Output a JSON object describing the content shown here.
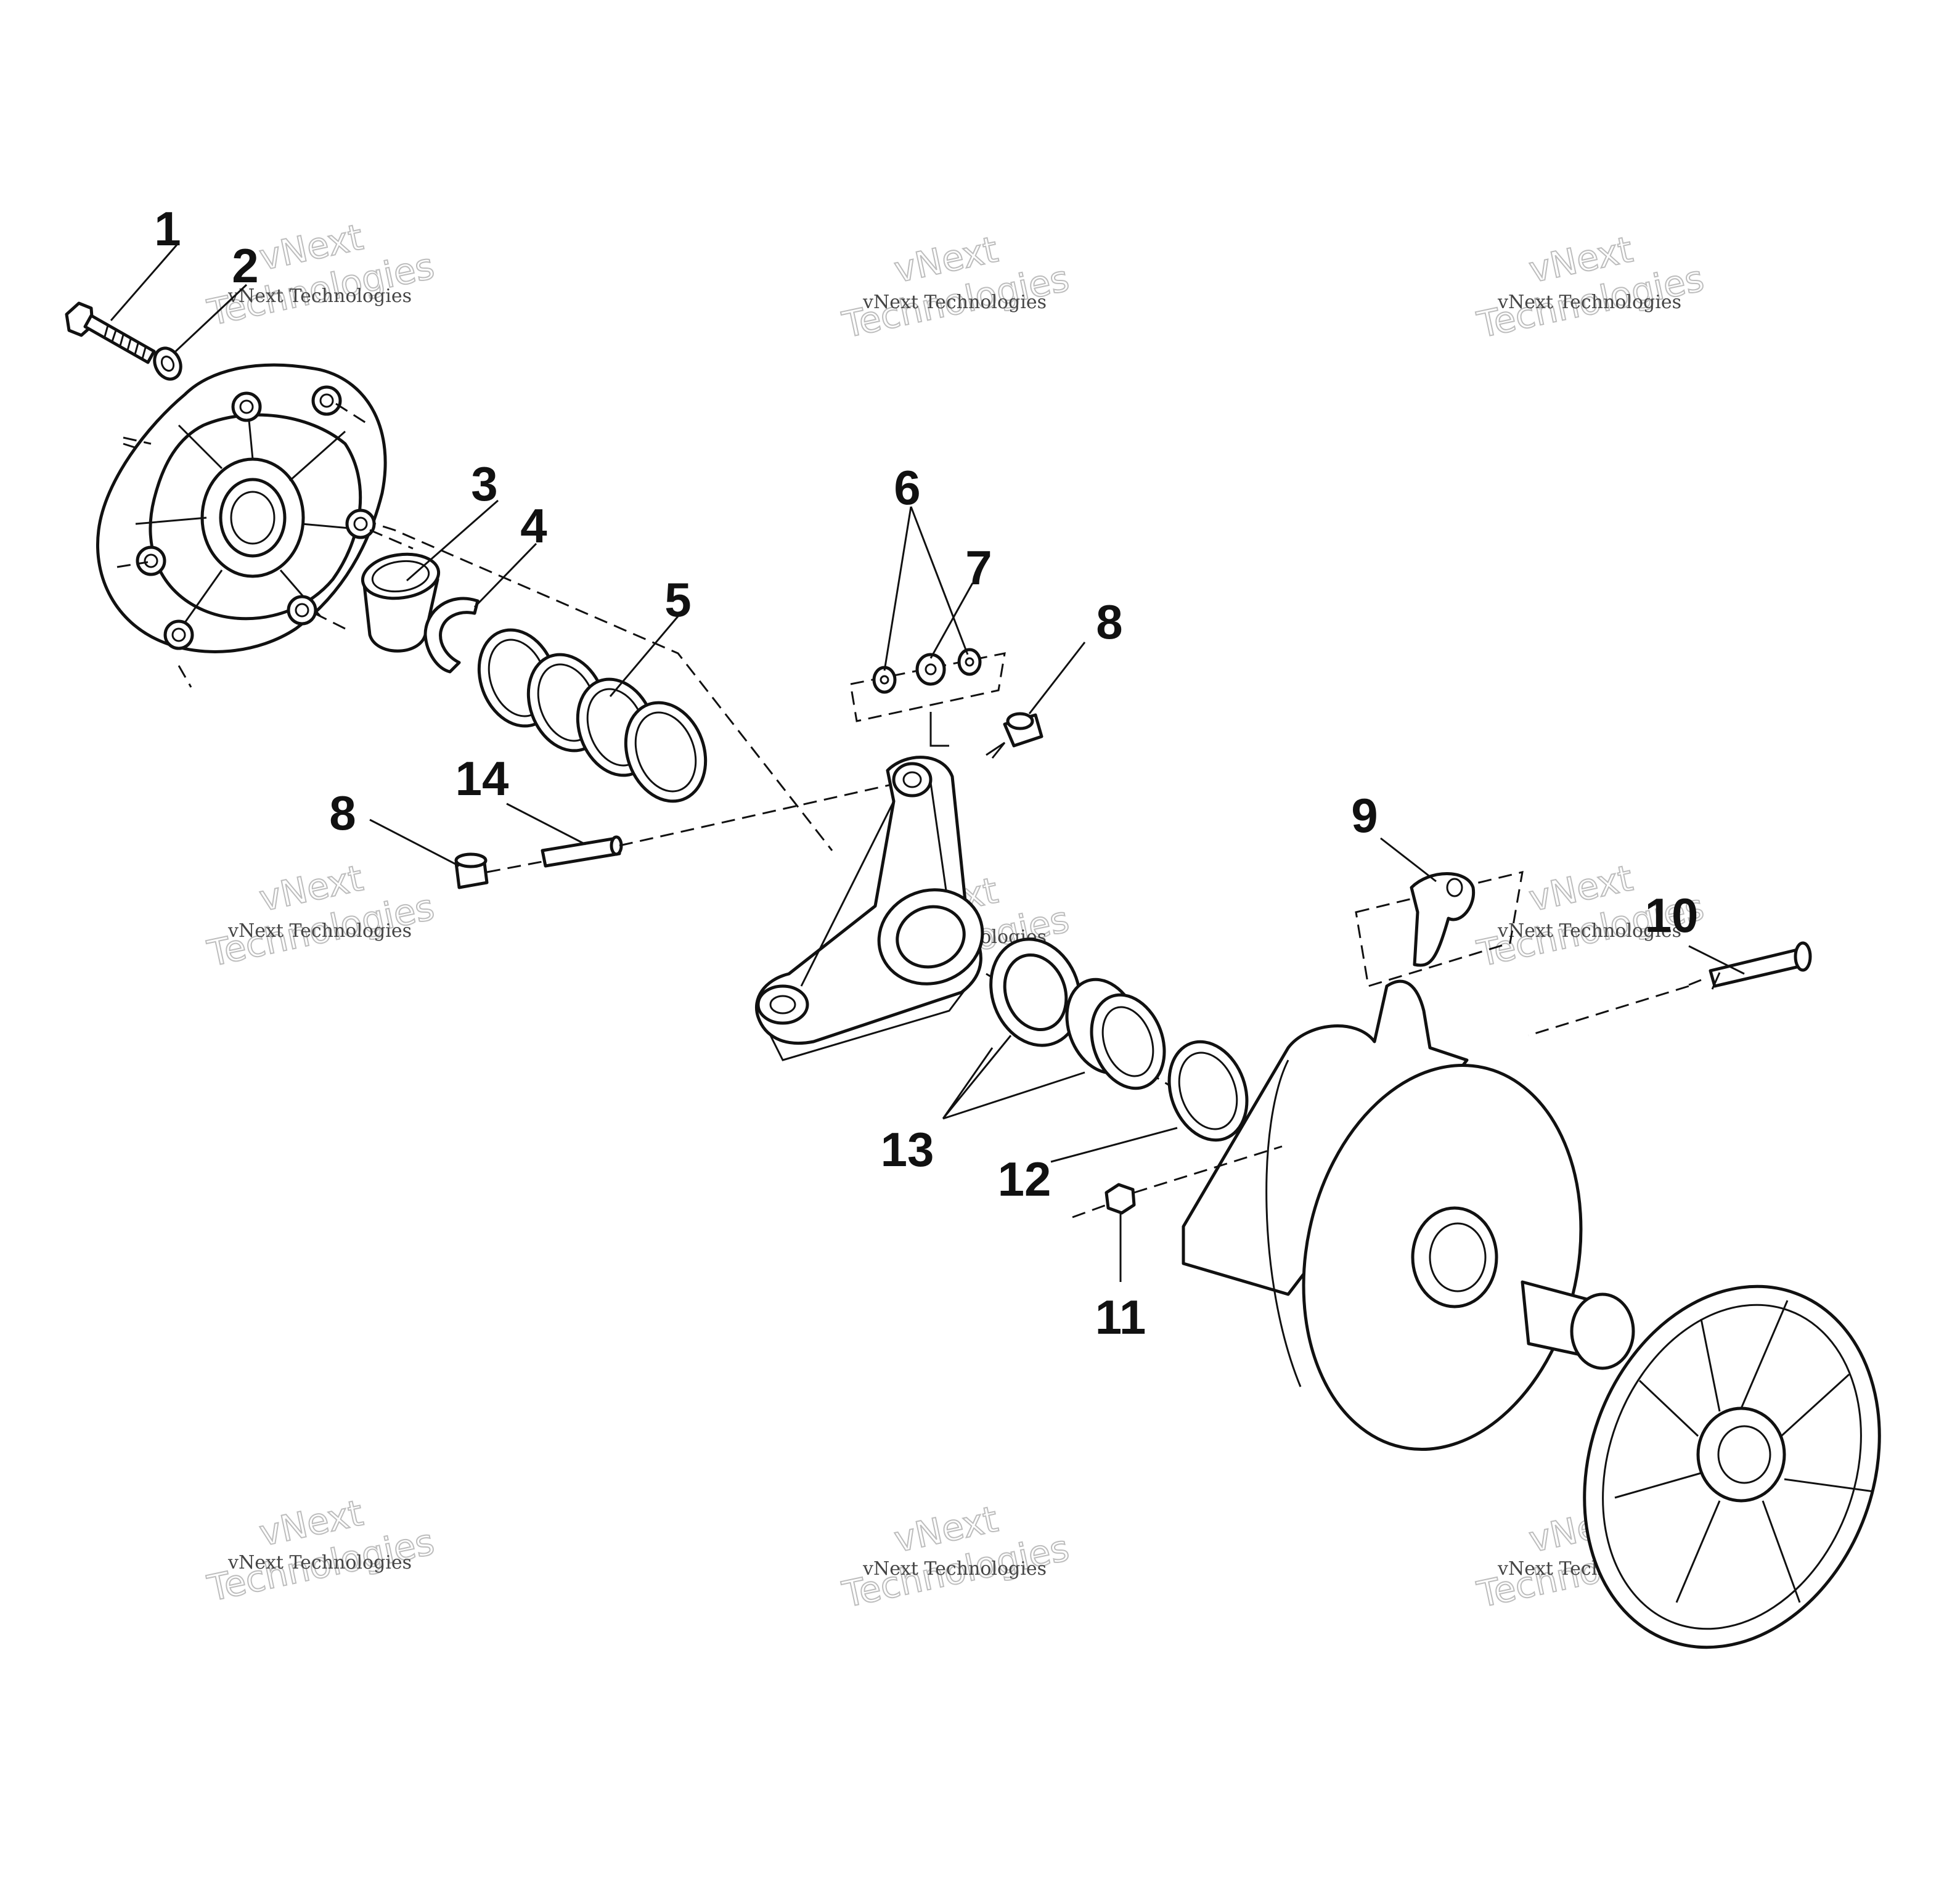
{
  "callouts": [
    {
      "id": "c1",
      "label": "1"
    },
    {
      "id": "c2",
      "label": "2"
    },
    {
      "id": "c3",
      "label": "3"
    },
    {
      "id": "c4",
      "label": "4"
    },
    {
      "id": "c5",
      "label": "5"
    },
    {
      "id": "c6",
      "label": "6"
    },
    {
      "id": "c7",
      "label": "7"
    },
    {
      "id": "c8a",
      "label": "8"
    },
    {
      "id": "c8b",
      "label": "8"
    },
    {
      "id": "c9",
      "label": "9"
    },
    {
      "id": "c10",
      "label": "10"
    },
    {
      "id": "c11",
      "label": "11"
    },
    {
      "id": "c12",
      "label": "12"
    },
    {
      "id": "c13",
      "label": "13"
    },
    {
      "id": "c14",
      "label": "14"
    }
  ],
  "watermark": {
    "line_small": "vNext Technologies",
    "line_big_1": "vNext",
    "line_big_2": "Technologies"
  }
}
